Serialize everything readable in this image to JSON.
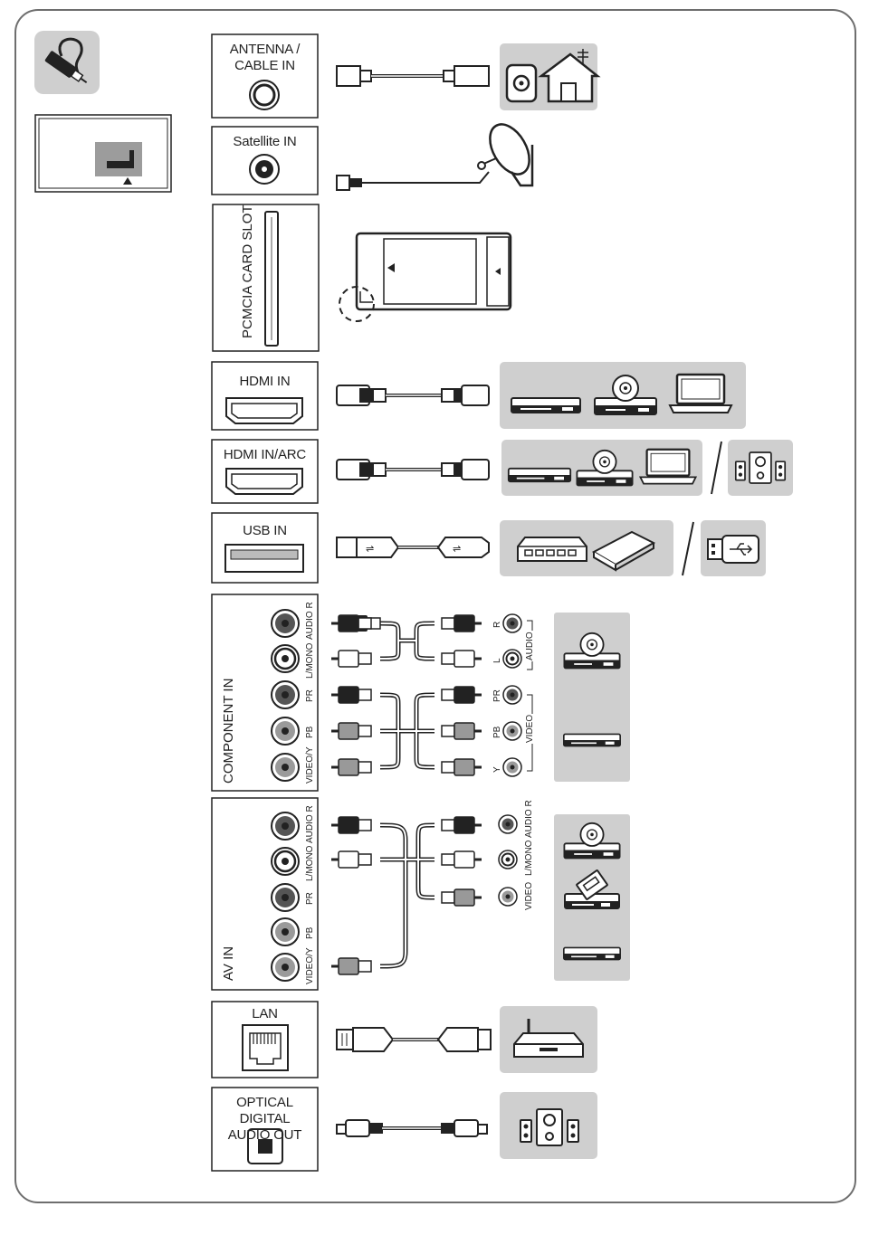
{
  "ports": {
    "antenna": "ANTENNA /\nCABLE IN",
    "satellite": "Satellite IN",
    "pcmcia": "PCMCIA CARD SLOT",
    "hdmi": "HDMI IN",
    "hdmi_arc": "HDMI IN/ARC",
    "usb": "USB IN",
    "component": "COMPONENT IN",
    "av": "AV IN",
    "lan": "LAN",
    "optical": "OPTICAL DIGITAL\nAUDIO OUT"
  },
  "jacks": {
    "audio_r": "AUDIO R",
    "l_mono": "L/MONO",
    "pr": "PR",
    "pb": "PB",
    "video_y": "VIDEO/Y"
  },
  "device_jacks": {
    "r": "R",
    "l": "L",
    "audio": "AUDIO",
    "pr": "PR",
    "pb": "PB",
    "y": "Y",
    "video": "VIDEO",
    "audio_r": "AUDIO R",
    "l_mono": "L/MONO"
  },
  "colors": {
    "panel_gray": "#cfcfcf",
    "line": "#222222",
    "frame": "#6e6e6e"
  },
  "icons": [
    "cable-plug-icon",
    "tv-back-icon",
    "antenna-house-icon",
    "satellite-dish-icon",
    "ci-module-icon",
    "blu-ray-player-icon",
    "dvd-player-icon",
    "laptop-icon",
    "speaker-icon",
    "hard-drive-icon",
    "usb-stick-icon",
    "vcr-icon",
    "router-icon"
  ]
}
